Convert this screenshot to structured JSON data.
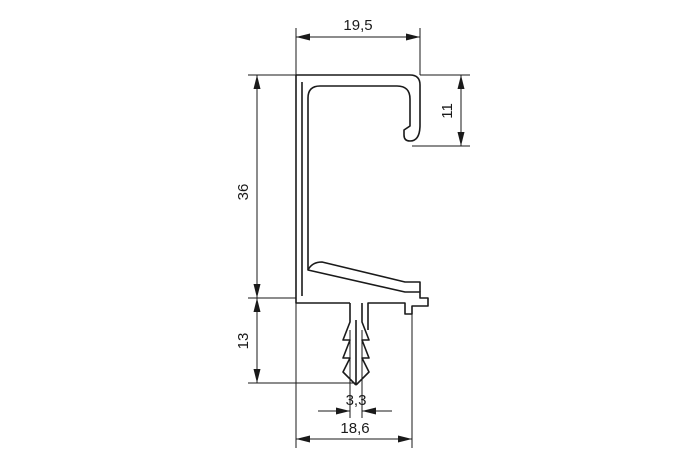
{
  "dimensions": {
    "top_width": "19,5",
    "lip_height": "11",
    "body_height": "36",
    "stem_height": "13",
    "stem_width": "3,3",
    "bottom_width": "18,6"
  }
}
